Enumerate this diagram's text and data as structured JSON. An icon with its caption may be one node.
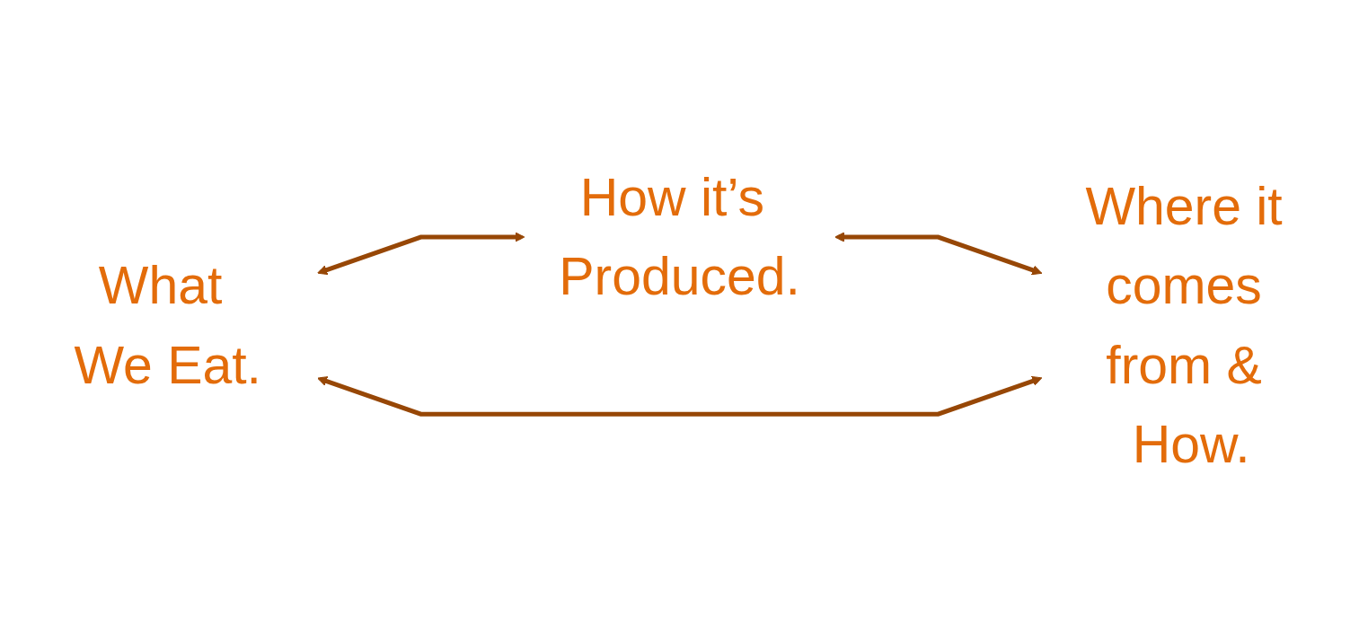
{
  "diagram": {
    "nodes": [
      {
        "text": [
          "What We Eat."
        ]
      },
      {
        "text": [
          "How it’s Produced."
        ]
      },
      {
        "text": [
          "Where it comes from & How."
        ]
      }
    ],
    "edges": [
      {
        "from": 0,
        "to": 1,
        "arrow": "both"
      },
      {
        "from": 1,
        "to": 2,
        "arrow": "both"
      },
      {
        "from": 0,
        "to": 2,
        "arrow": "both"
      }
    ]
  }
}
